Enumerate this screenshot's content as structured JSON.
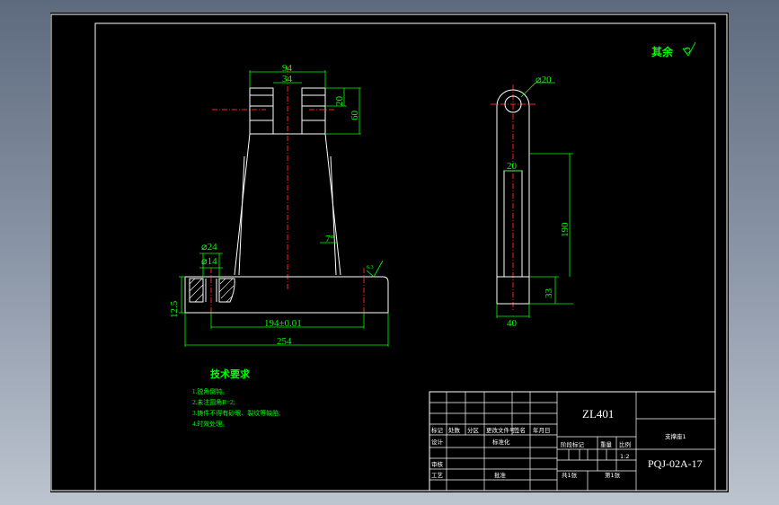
{
  "drawing": {
    "roughness_note": "其余",
    "front_view": {
      "dim_top_width": "94",
      "dim_slot_width": "34",
      "dim_slot_depth": "20",
      "dim_lug_height": "60",
      "dim_angle": "7°",
      "dim_cbore_dia": "⌀24",
      "dim_hole_dia": "⌀14",
      "dim_base_height": "12.5",
      "dim_hole_spacing": "194±0.01",
      "dim_total_width": "254",
      "roughness_value": "6.3"
    },
    "side_view": {
      "dim_hole_dia": "⌀20",
      "dim_web_width": "20",
      "dim_height": "190",
      "dim_base_height": "33",
      "dim_base_width": "40"
    },
    "tech_requirements": {
      "title": "技术要求",
      "items": [
        "1.锐角倒钝。",
        "2.未注圆角R=2;",
        "3.铸件不得有砂眼、裂纹等缺陷;",
        "4.时效处理。"
      ]
    },
    "title_block": {
      "material": "ZL401",
      "part_name": "支撑座1",
      "drawing_number": "PQJ-02A-17",
      "label_mark": "标记",
      "label_count": "处数",
      "label_zone": "分区",
      "label_change_doc": "更改文件号",
      "label_signature": "签名",
      "label_date": "年月日",
      "label_design": "设计",
      "label_standardize": "标准化",
      "label_stage_mark": "阶段标记",
      "label_weight": "重量",
      "label_scale": "比例",
      "scale_value": "1:2",
      "label_review": "审核",
      "label_process": "工艺",
      "label_approve": "批准",
      "label_total_sheets": "共1张",
      "label_sheet_no": "第1张"
    }
  }
}
